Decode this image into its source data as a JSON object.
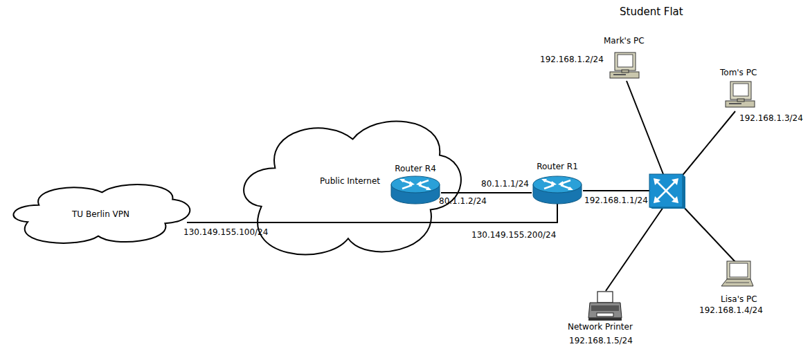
{
  "diagram": {
    "nodes": [
      {
        "text": [
          "TU Berlin VPN"
        ]
      },
      {
        "text": [
          "Public Internet"
        ]
      },
      {
        "text": [
          "Router R4"
        ],
        "in": 1
      },
      {
        "text": [
          "Router R1"
        ]
      },
      {
        "text": [
          "Mark's PC",
          "192.168.1.2/24"
        ]
      },
      {
        "text": [
          "Tom's PC",
          "192.168.1.3/24"
        ]
      },
      {
        "text": [
          "Lisa's PC",
          "192.168.1.4/24"
        ]
      },
      {
        "text": [
          "Network Printer",
          "192.168.1.5/24"
        ]
      }
    ],
    "edges": [
      {
        "from": 2,
        "to": 3,
        "arrow": "none"
      },
      {
        "from": 0,
        "to": 3,
        "arrow": "none"
      }
    ],
    "labels": [
      "Student Flat",
      "80.1.1.1/24",
      "80.1.1.2/24",
      "192.168.1.1/24",
      "130.149.155.100/24",
      "130.149.155.200/24"
    ]
  }
}
